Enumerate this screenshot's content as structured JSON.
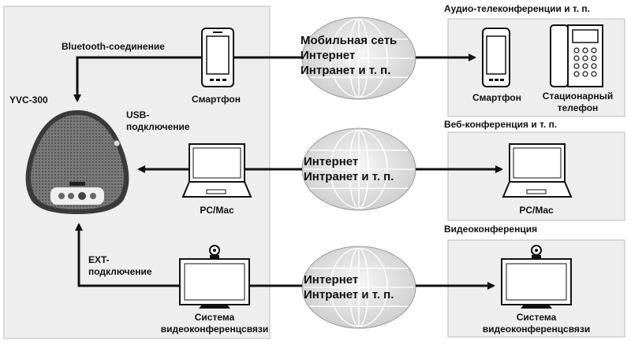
{
  "left_panel": {
    "device_label": "YVC-300",
    "bluetooth_label": "Bluetooth-соединение",
    "usb_label_line1": "USB-",
    "usb_label_line2": "подключение",
    "ext_label_line1": "EXT-",
    "ext_label_line2": "подключение",
    "smartphone_label": "Смартфон",
    "pc_label": "PC/Mac",
    "video_system_line1": "Система",
    "video_system_line2": "видеоконференцсвязи"
  },
  "networks": {
    "mobile": {
      "line1": "Мобильная сеть",
      "line2": "Интернет",
      "line3": "Интранет и т. п."
    },
    "web": {
      "line1": "Интернет",
      "line2": "Интранет и т. п."
    },
    "video": {
      "line1": "Интернет",
      "line2": "Интранет и т. п."
    }
  },
  "right_panels": {
    "audio": {
      "title": "Аудио-телеконференции и т. п.",
      "smartphone_label": "Смартфон",
      "phone_line1": "Стационарный",
      "phone_line2": "телефон"
    },
    "web": {
      "title": "Веб-конференция и т. п.",
      "pc_label": "PC/Mac"
    },
    "video": {
      "title": "Видеоконференция",
      "system_line1": "Система",
      "system_line2": "видеоконференцсвязи"
    }
  }
}
